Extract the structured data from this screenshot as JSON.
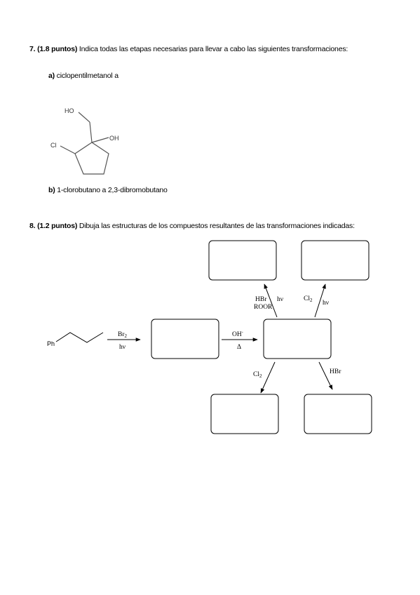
{
  "q7": {
    "number": "7.",
    "points": "(1.8 puntos)",
    "text": "Indica todas las etapas necesarias para llevar a cabo las siguientes transformaciones:",
    "a_label": "a)",
    "a_text": "ciclopentilmetanol a",
    "b_label": "b)",
    "b_text": "1-clorobutano a 2,3-dibromobutano",
    "molecule": {
      "ho": "HO",
      "oh": "OH",
      "cl": "Cl"
    }
  },
  "q8": {
    "number": "8.",
    "points": "(1.2 puntos)",
    "text": "Dibuja las estructuras de los compuestos resultantes de las transformaciones indicadas:",
    "start": "Ph",
    "step1": {
      "above": "Br2",
      "below": "hν"
    },
    "step2": {
      "above": "OH-",
      "below": "Δ"
    },
    "up_left": {
      "line1": "HBr",
      "line1b": "hν",
      "line2": "ROOR"
    },
    "up_right": {
      "line1": "Cl2",
      "line2": "hν"
    },
    "down_left": {
      "label": "Cl2"
    },
    "down_right": {
      "label": "HBr"
    }
  }
}
